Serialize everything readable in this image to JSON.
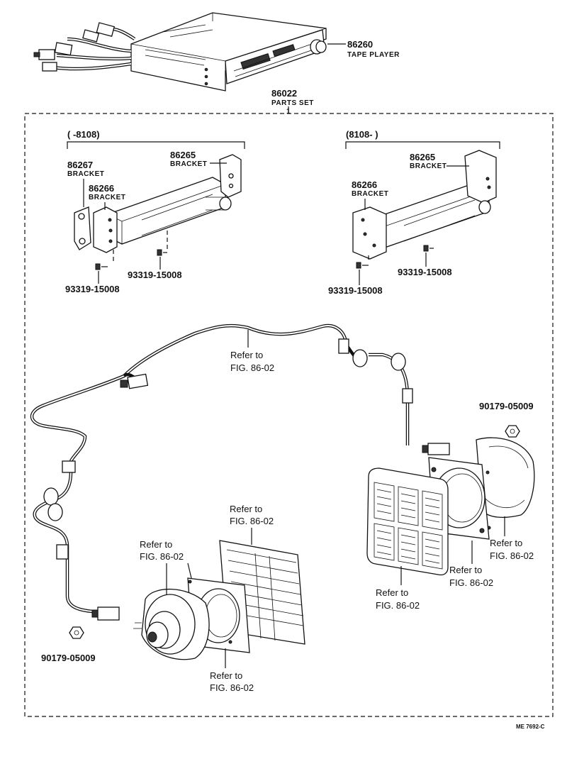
{
  "tape_player": {
    "part_no": "86260",
    "name": "TAPE PLAYER"
  },
  "parts_set": {
    "part_no": "86022",
    "name": "PARTS SET",
    "index": "1"
  },
  "left_group": {
    "range": "(      -8108)",
    "bracket_86265": {
      "part_no": "86265",
      "name": "BRACKET"
    },
    "bracket_86267": {
      "part_no": "86267",
      "name": "BRACKET"
    },
    "bracket_86266": {
      "part_no": "86266",
      "name": "BRACKET"
    },
    "screw_upper": "93319-15008",
    "screw_lower": "93319-15008"
  },
  "right_group": {
    "range": "(8108-        )",
    "bracket_86265": {
      "part_no": "86265",
      "name": "BRACKET"
    },
    "bracket_86266": {
      "part_no": "86266",
      "name": "BRACKET"
    },
    "screw_upper": "93319-15008",
    "screw_lower": "93319-15008"
  },
  "harness_ref": {
    "line1": "Refer to",
    "line2": "FIG. 86-02"
  },
  "nut_left": "90179-05009",
  "nut_right": "90179-05009",
  "refs": {
    "grille_left_top": {
      "line1": "Refer to",
      "line2": "FIG. 86-02"
    },
    "speaker_left": {
      "line1": "Refer to",
      "line2": "FIG. 86-02"
    },
    "spacer_left": {
      "line1": "Refer to",
      "line2": "FIG. 86-02"
    },
    "grille_right": {
      "line1": "Refer to",
      "line2": "FIG. 86-02"
    },
    "bracket_right": {
      "line1": "Refer to",
      "line2": "FIG. 86-02"
    },
    "speaker_right": {
      "line1": "Refer to",
      "line2": "FIG. 86-02"
    }
  },
  "drawing_code": "ME 7692-C"
}
